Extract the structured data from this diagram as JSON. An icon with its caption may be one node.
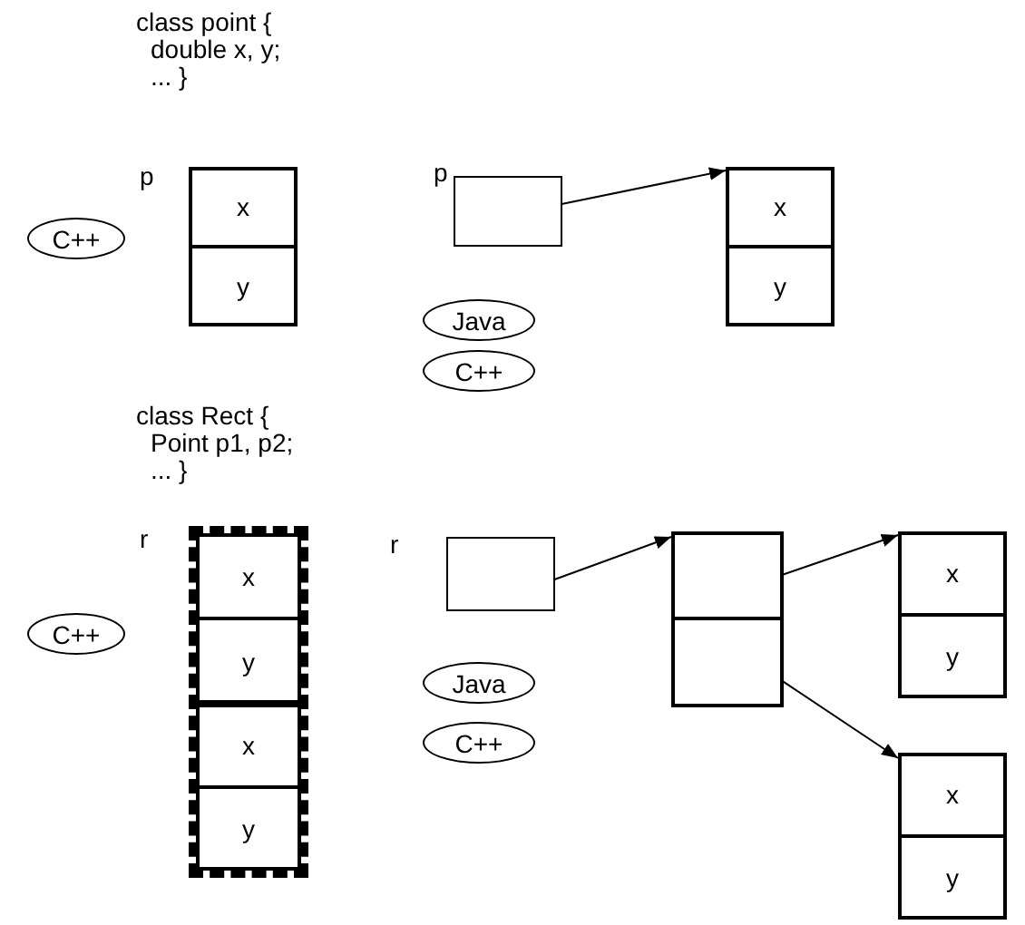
{
  "diagram": {
    "nodes": [
      {
        "text": [],
        "shape": "box",
        "beside": [
          "p"
        ]
      },
      {
        "text": [
          "x"
        ],
        "in": 0
      },
      {
        "text": [
          "y"
        ],
        "in": 0
      },
      {
        "text": [
          "C++"
        ]
      },
      {
        "text": [],
        "shape": "box",
        "beside": [
          "p"
        ]
      },
      {
        "text": [],
        "shape": "box"
      },
      {
        "text": [
          "x"
        ],
        "in": 5
      },
      {
        "text": [
          "y"
        ],
        "in": 5
      },
      {
        "text": [
          "Java"
        ]
      },
      {
        "text": [
          "C++"
        ]
      },
      {
        "text": [],
        "shape": "box",
        "beside": [
          "r"
        ]
      },
      {
        "text": [],
        "shape": "box",
        "in": 10
      },
      {
        "text": [
          "x"
        ],
        "in": 11
      },
      {
        "text": [
          "y"
        ],
        "in": 11
      },
      {
        "text": [],
        "shape": "box",
        "in": 10
      },
      {
        "text": [
          "x"
        ],
        "in": 14
      },
      {
        "text": [
          "y"
        ],
        "in": 14
      },
      {
        "text": [
          "C++"
        ]
      },
      {
        "text": [],
        "shape": "box",
        "beside": [
          "r"
        ]
      },
      {
        "text": [],
        "shape": "box"
      },
      {
        "text": [],
        "shape": "box",
        "in": 19
      },
      {
        "text": [],
        "shape": "box",
        "in": 19
      },
      {
        "text": [],
        "shape": "box"
      },
      {
        "text": [
          "x"
        ],
        "in": 22
      },
      {
        "text": [
          "y"
        ],
        "in": 22
      },
      {
        "text": [],
        "shape": "box"
      },
      {
        "text": [
          "x"
        ],
        "in": 25
      },
      {
        "text": [
          "y"
        ],
        "in": 25
      },
      {
        "text": [
          "Java"
        ]
      },
      {
        "text": [
          "C++"
        ]
      }
    ],
    "edges": [
      {
        "from": 4,
        "to": 5,
        "arrow": "to"
      },
      {
        "from": 18,
        "to": 19,
        "arrow": "to"
      },
      {
        "from": 20,
        "to": 22,
        "arrow": "to"
      },
      {
        "from": 21,
        "to": 25,
        "arrow": "to"
      }
    ],
    "labels": [
      "class point {",
      "double x, y;",
      "... }",
      "class Rect {",
      "Point p1, p2;",
      "... }"
    ]
  }
}
